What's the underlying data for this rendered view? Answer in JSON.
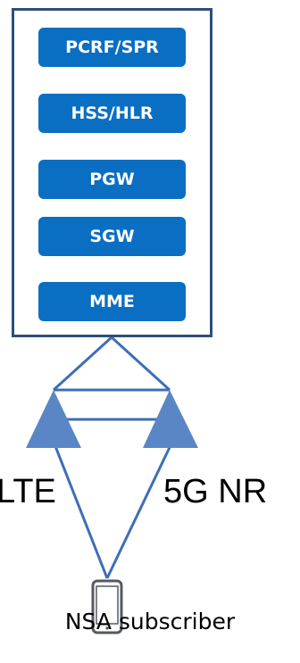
{
  "core_network": {
    "functions": [
      {
        "label": "PCRF/SPR"
      },
      {
        "label": "HSS/HLR"
      },
      {
        "label": "PGW"
      },
      {
        "label": "SGW"
      },
      {
        "label": "MME"
      }
    ]
  },
  "radio": {
    "lte_label": "LTE",
    "nr_label": "5G NR"
  },
  "device": {
    "label": "NSA subscriber",
    "icon": "smartphone-icon"
  },
  "colors": {
    "function_fill": "#0a6fc2",
    "core_border": "#2f4f7a",
    "link_line": "#3d6fb6",
    "antenna_fill": "#5b86c5"
  }
}
